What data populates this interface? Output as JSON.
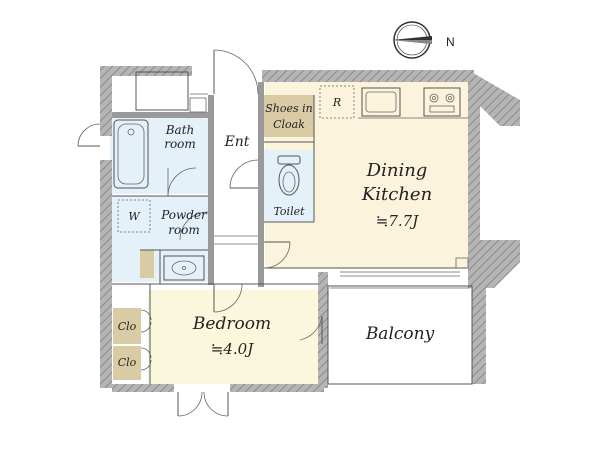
{
  "compass": {
    "label": "N"
  },
  "rooms": {
    "bath": {
      "line1": "Bath",
      "line2": "room"
    },
    "entrance": "Ent",
    "shoes": {
      "line1": "Shoes in",
      "line2": "Cloak"
    },
    "refrigerator": "R",
    "toilet": "Toilet",
    "washer": "W",
    "powder": {
      "line1": "Powder",
      "line2": "room"
    },
    "dining": {
      "line1": "Dining",
      "line2": "Kitchen",
      "area": "≒7.7J"
    },
    "bedroom": {
      "line1": "Bedroom",
      "area": "≒4.0J"
    },
    "closet_top": "Clo",
    "closet_bottom": "Clo",
    "balcony": "Balcony"
  },
  "colors": {
    "dining_fill": "#fbf3dc",
    "bedroom_fill": "#fbf7dc",
    "wet_fill": "#e4f1f8",
    "storage_fill": "#d9cba4",
    "wall": "#9a9a9a"
  }
}
